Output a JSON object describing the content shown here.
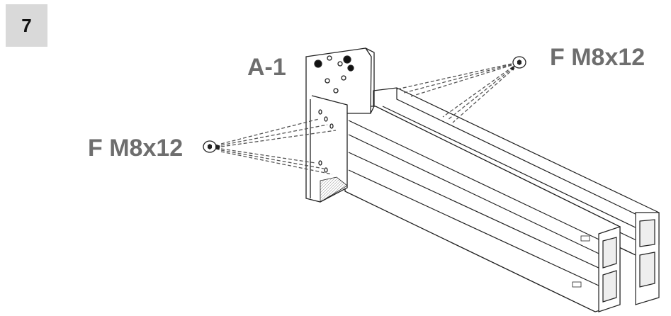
{
  "step": {
    "number": "7"
  },
  "labels": {
    "part": "A-1",
    "screw_right": "F M8x12",
    "screw_left": "F M8x12"
  },
  "icons": {
    "screw": "hex-socket-screw-icon"
  },
  "colors": {
    "label_text": "#6e6e6e",
    "step_box": "#d9d9d9",
    "line": "#222222"
  }
}
